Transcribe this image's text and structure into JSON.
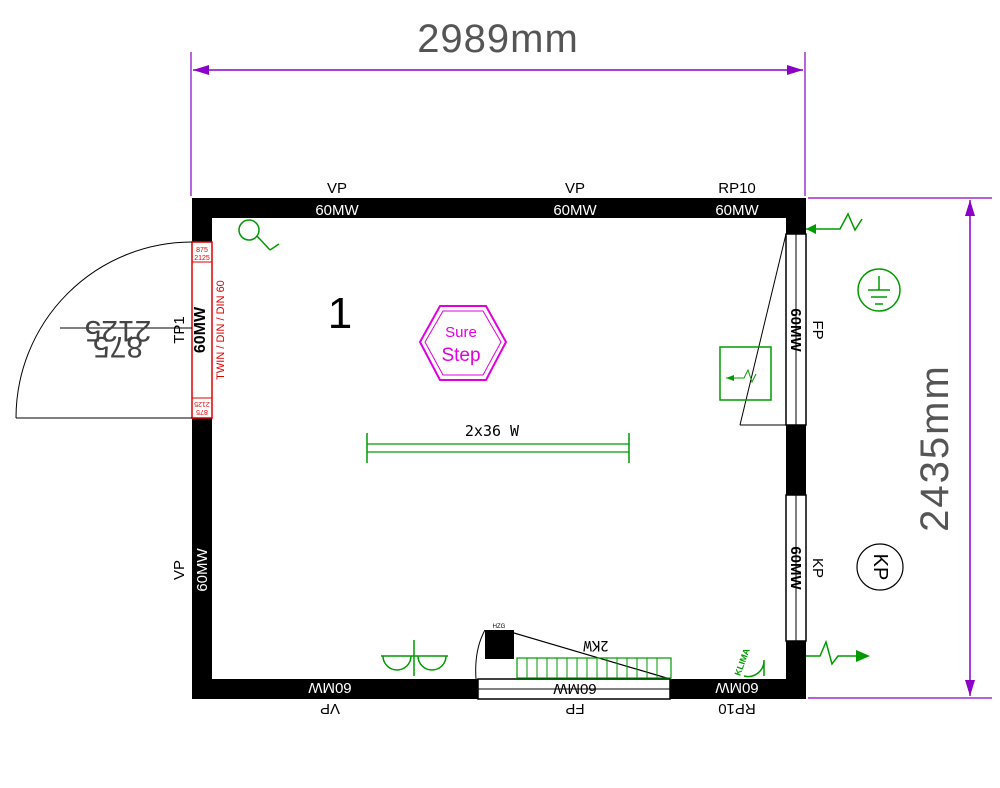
{
  "dimensions": {
    "width": "2989mm",
    "height": "2435mm"
  },
  "room": {
    "number": "1"
  },
  "walls": {
    "top": [
      {
        "type": "VP",
        "rating": "60MW"
      },
      {
        "type": "VP",
        "rating": "60MW"
      },
      {
        "type": "RP10",
        "rating": "60MW"
      }
    ],
    "bottom": [
      {
        "type": "VP",
        "rating": "60MW"
      },
      {
        "type": "FP",
        "rating": "60MW"
      },
      {
        "type": "RP10",
        "rating": "60MW"
      }
    ],
    "left": {
      "type": "VP",
      "rating": "60MW"
    },
    "right": [
      {
        "type": "FP",
        "rating": "60MW"
      },
      {
        "type": "KP",
        "rating": "60MW"
      }
    ]
  },
  "door": {
    "panel": "TP1",
    "rating": "60MW",
    "lock": "TWIN / DIN / DIN 60",
    "size_top": "2125",
    "size_bottom": "875",
    "label_875": "875",
    "label_2125": "2125"
  },
  "fixtures": {
    "light": "2x36 W",
    "heater": "2KW",
    "heater_box": "HZG",
    "ac": "KLIMA",
    "kp_symbol": "KP",
    "logo_line1": "Sure",
    "logo_line2": "Step"
  },
  "colors": {
    "wall": "#000000",
    "dimension": "#8a00c8",
    "electrical": "#009a00",
    "door": "#e00000",
    "logo": "#e000e0"
  }
}
